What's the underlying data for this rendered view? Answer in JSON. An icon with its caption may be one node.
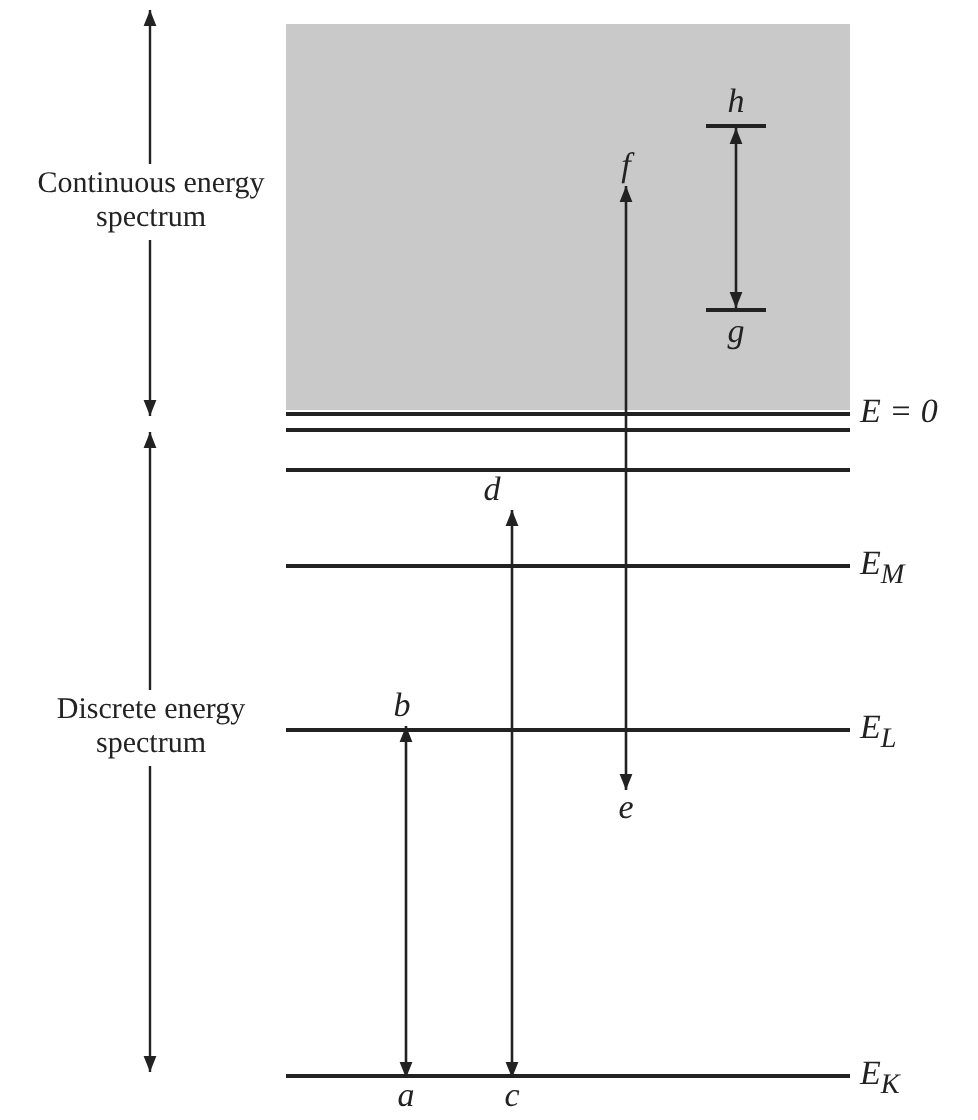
{
  "diagram": {
    "nodes": [
      {
        "text": [
          "h"
        ]
      },
      {
        "text": [
          "f"
        ]
      },
      {
        "text": [
          "g"
        ]
      },
      {
        "text": [
          "d"
        ]
      },
      {
        "text": [
          "b"
        ]
      },
      {
        "text": [
          "e"
        ]
      },
      {
        "text": [
          "a"
        ]
      },
      {
        "text": [
          "c"
        ]
      }
    ],
    "edges": [
      {
        "from": 2,
        "to": 0,
        "arrow": "both"
      },
      {
        "from": 5,
        "to": 1,
        "arrow": "both"
      },
      {
        "from": 7,
        "to": 3,
        "arrow": "both"
      },
      {
        "from": 6,
        "to": 4,
        "arrow": "both"
      }
    ],
    "labels": [
      "Continuous energy spectrum",
      "E = 0",
      "E$_{M}$",
      "Discrete energy spectrum",
      "E$_{L}$",
      "E$_{K}$"
    ]
  }
}
